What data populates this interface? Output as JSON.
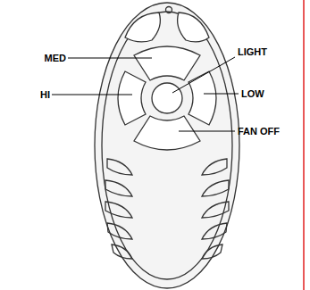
{
  "diagram": {
    "labels": [
      "MED",
      "HI",
      "LIGHT",
      "LOW",
      "FAN OFF"
    ]
  }
}
